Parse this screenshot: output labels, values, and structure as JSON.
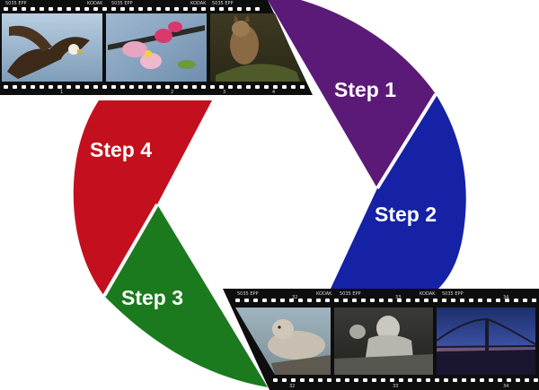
{
  "steps": [
    {
      "id": "step1",
      "label": "Step 1",
      "color": "#5c1a78"
    },
    {
      "id": "step2",
      "label": "Step 2",
      "color": "#1522a6"
    },
    {
      "id": "step3",
      "label": "Step 3",
      "color": "#1b7a1e"
    },
    {
      "id": "step4",
      "label": "Step 4",
      "color": "#c4101e"
    }
  ],
  "filmstrip_top": {
    "frames": [
      {
        "subject": "eagle",
        "icon": "eagle-photo"
      },
      {
        "subject": "pink-flower",
        "icon": "flower-photo"
      },
      {
        "subject": "bobcat",
        "icon": "bobcat-photo"
      }
    ]
  },
  "filmstrip_bottom": {
    "frames": [
      {
        "subject": "seal",
        "icon": "seal-photo"
      },
      {
        "subject": "statue",
        "icon": "statue-photo"
      },
      {
        "subject": "bridge-sunset",
        "icon": "bridge-photo"
      }
    ]
  },
  "film_edge_text": {
    "brand": "KODAK",
    "code": "5035 EPP",
    "frame_numbers_top": [
      "1",
      "2",
      "3",
      "4"
    ],
    "frame_numbers_bottom": [
      "32",
      "33",
      "34"
    ]
  }
}
